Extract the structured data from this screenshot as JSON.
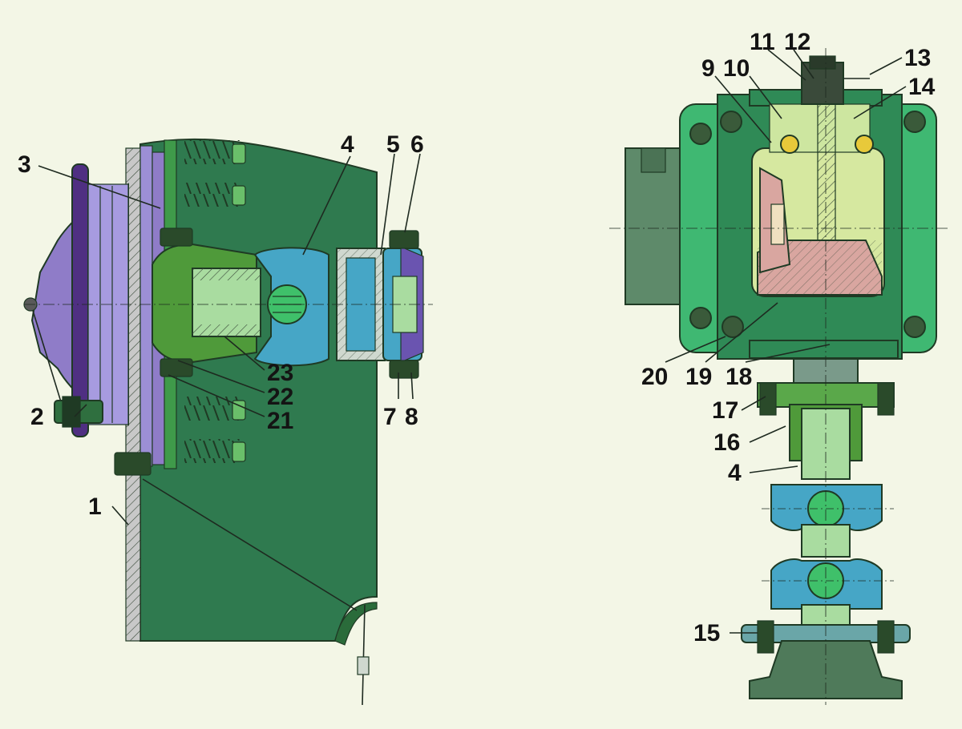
{
  "colors": {
    "background": "#f3f6e6",
    "housing_green": "#2f7a4f",
    "dark_green": "#2a6b3a",
    "light_green": "#6abf6a",
    "pale_green": "#a9dca0",
    "bright_green": "#3fc06a",
    "blue": "#46a6c6",
    "purple": "#8f7cc8",
    "dark_purple": "#4f2f82",
    "cream": "#d6e8a0",
    "yellow": "#e8c93a",
    "pink": "#d9a6a0",
    "label": "#141414"
  },
  "labels": {
    "left_view": [
      {
        "id": "1",
        "text": "1"
      },
      {
        "id": "2",
        "text": "2"
      },
      {
        "id": "3",
        "text": "3"
      },
      {
        "id": "4",
        "text": "4"
      },
      {
        "id": "5",
        "text": "5"
      },
      {
        "id": "6",
        "text": "6"
      },
      {
        "id": "7",
        "text": "7"
      },
      {
        "id": "8",
        "text": "8"
      },
      {
        "id": "21",
        "text": "21"
      },
      {
        "id": "22",
        "text": "22"
      },
      {
        "id": "23",
        "text": "23"
      }
    ],
    "right_view": [
      {
        "id": "9",
        "text": "9"
      },
      {
        "id": "10",
        "text": "10"
      },
      {
        "id": "11",
        "text": "11"
      },
      {
        "id": "12",
        "text": "12"
      },
      {
        "id": "13",
        "text": "13"
      },
      {
        "id": "14",
        "text": "14"
      },
      {
        "id": "15",
        "text": "15"
      },
      {
        "id": "16",
        "text": "16"
      },
      {
        "id": "17",
        "text": "17"
      },
      {
        "id": "18",
        "text": "18"
      },
      {
        "id": "19",
        "text": "19"
      },
      {
        "id": "20",
        "text": "20"
      },
      {
        "id": "4r",
        "text": "4"
      }
    ]
  }
}
